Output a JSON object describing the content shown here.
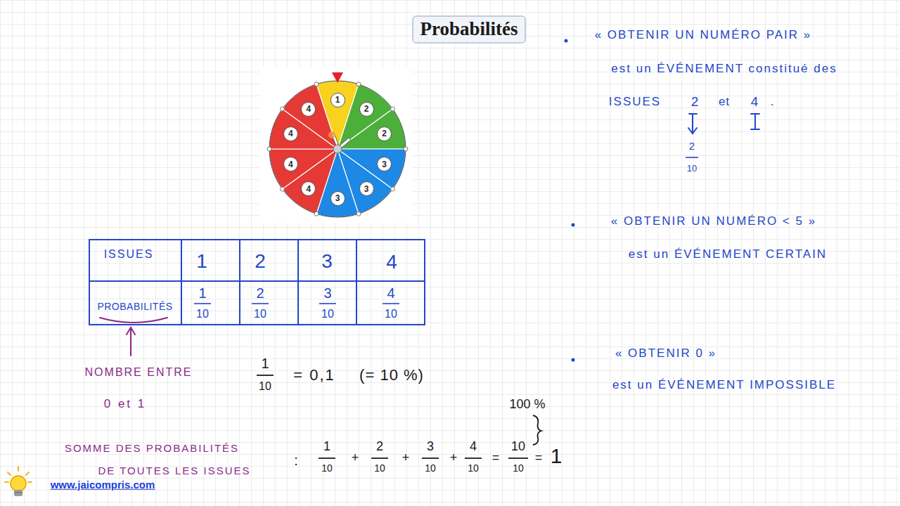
{
  "diagram": {
    "title": "Probabilités",
    "nodes": [
      {
        "text": [
          "1"
        ]
      },
      {
        "text": [
          "2"
        ]
      },
      {
        "text": [
          "2"
        ]
      },
      {
        "text": [
          "3"
        ]
      },
      {
        "text": [
          "3"
        ]
      },
      {
        "text": [
          "3"
        ]
      },
      {
        "text": [
          "4"
        ]
      },
      {
        "text": [
          "4"
        ]
      },
      {
        "text": [
          "4"
        ]
      },
      {
        "text": [
          "4"
        ]
      }
    ],
    "labels": [
      "« OBTENIR UN NUMÉRO PAIR »",
      "est un ÉVÉNEMENT constitué des",
      "ISSUES",
      "2",
      "et",
      "4",
      ".",
      "2",
      "10",
      "« OBTENIR UN NUMÉRO < 5 »",
      "est un ÉVÉNEMENT CERTAIN",
      "ISSUES",
      "1",
      "2",
      "3",
      "4",
      "PROBABILITÉS",
      "1",
      "10",
      "2",
      "10",
      "3",
      "10",
      "4",
      "10",
      "« OBTENIR 0 »",
      "est un ÉVÉNEMENT IMPOSSIBLE",
      "NOMBRE ENTRE",
      "0 et 1",
      "1",
      "10",
      "= 0,1",
      "(= 10 %)",
      "100 %",
      "SOMME DES PROBABILITÉS",
      "DE TOUTES LES ISSUES",
      ":",
      "1",
      "10",
      "+",
      "2",
      "10",
      "+",
      "3",
      "10",
      "+",
      "4",
      "10",
      "=",
      "10",
      "10",
      "=",
      "1",
      "www.jaicompris.com"
    ]
  }
}
